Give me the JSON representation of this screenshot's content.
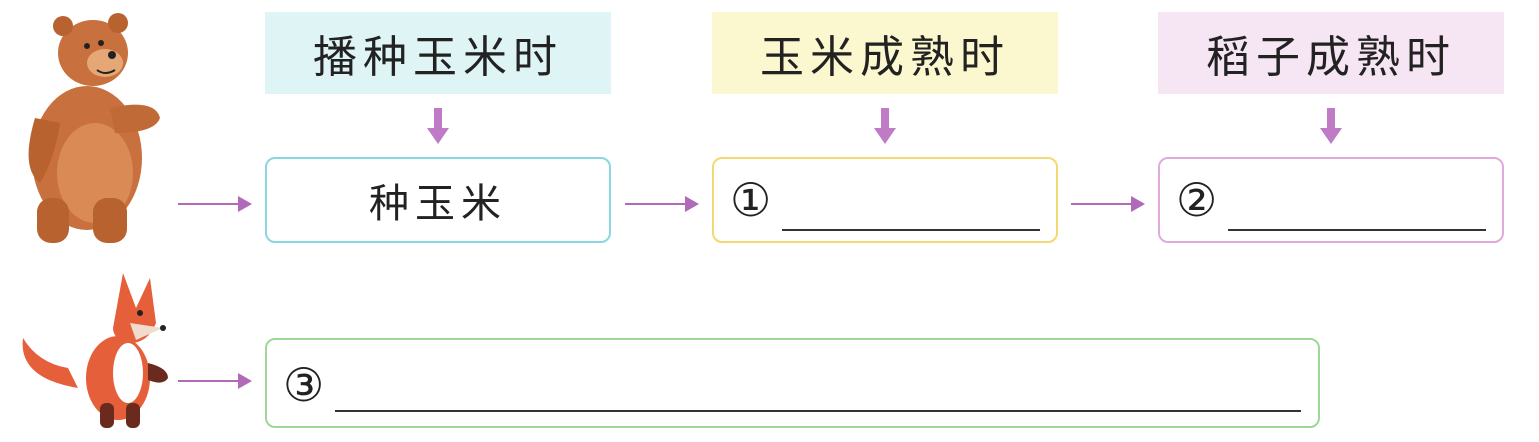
{
  "headers": {
    "h1": "播种玉米时",
    "h2": "玉米成熟时",
    "h3": "稻子成熟时"
  },
  "boxes": {
    "b1_text": "种玉米",
    "b2_num": "①",
    "b3_num": "②",
    "b4_num": "③"
  },
  "colors": {
    "cyan_header": "#dff4f5",
    "yellow_header": "#fbf7cf",
    "pink_header": "#f6e6f3",
    "cyan_border": "#8ad6e2",
    "yellow_border": "#f1da6f",
    "pink_border": "#e2a9dc",
    "green_border": "#9ed79a",
    "arrow": "#b06ab8"
  },
  "icons": {
    "bear": "bear-illustration",
    "fox": "fox-illustration"
  }
}
